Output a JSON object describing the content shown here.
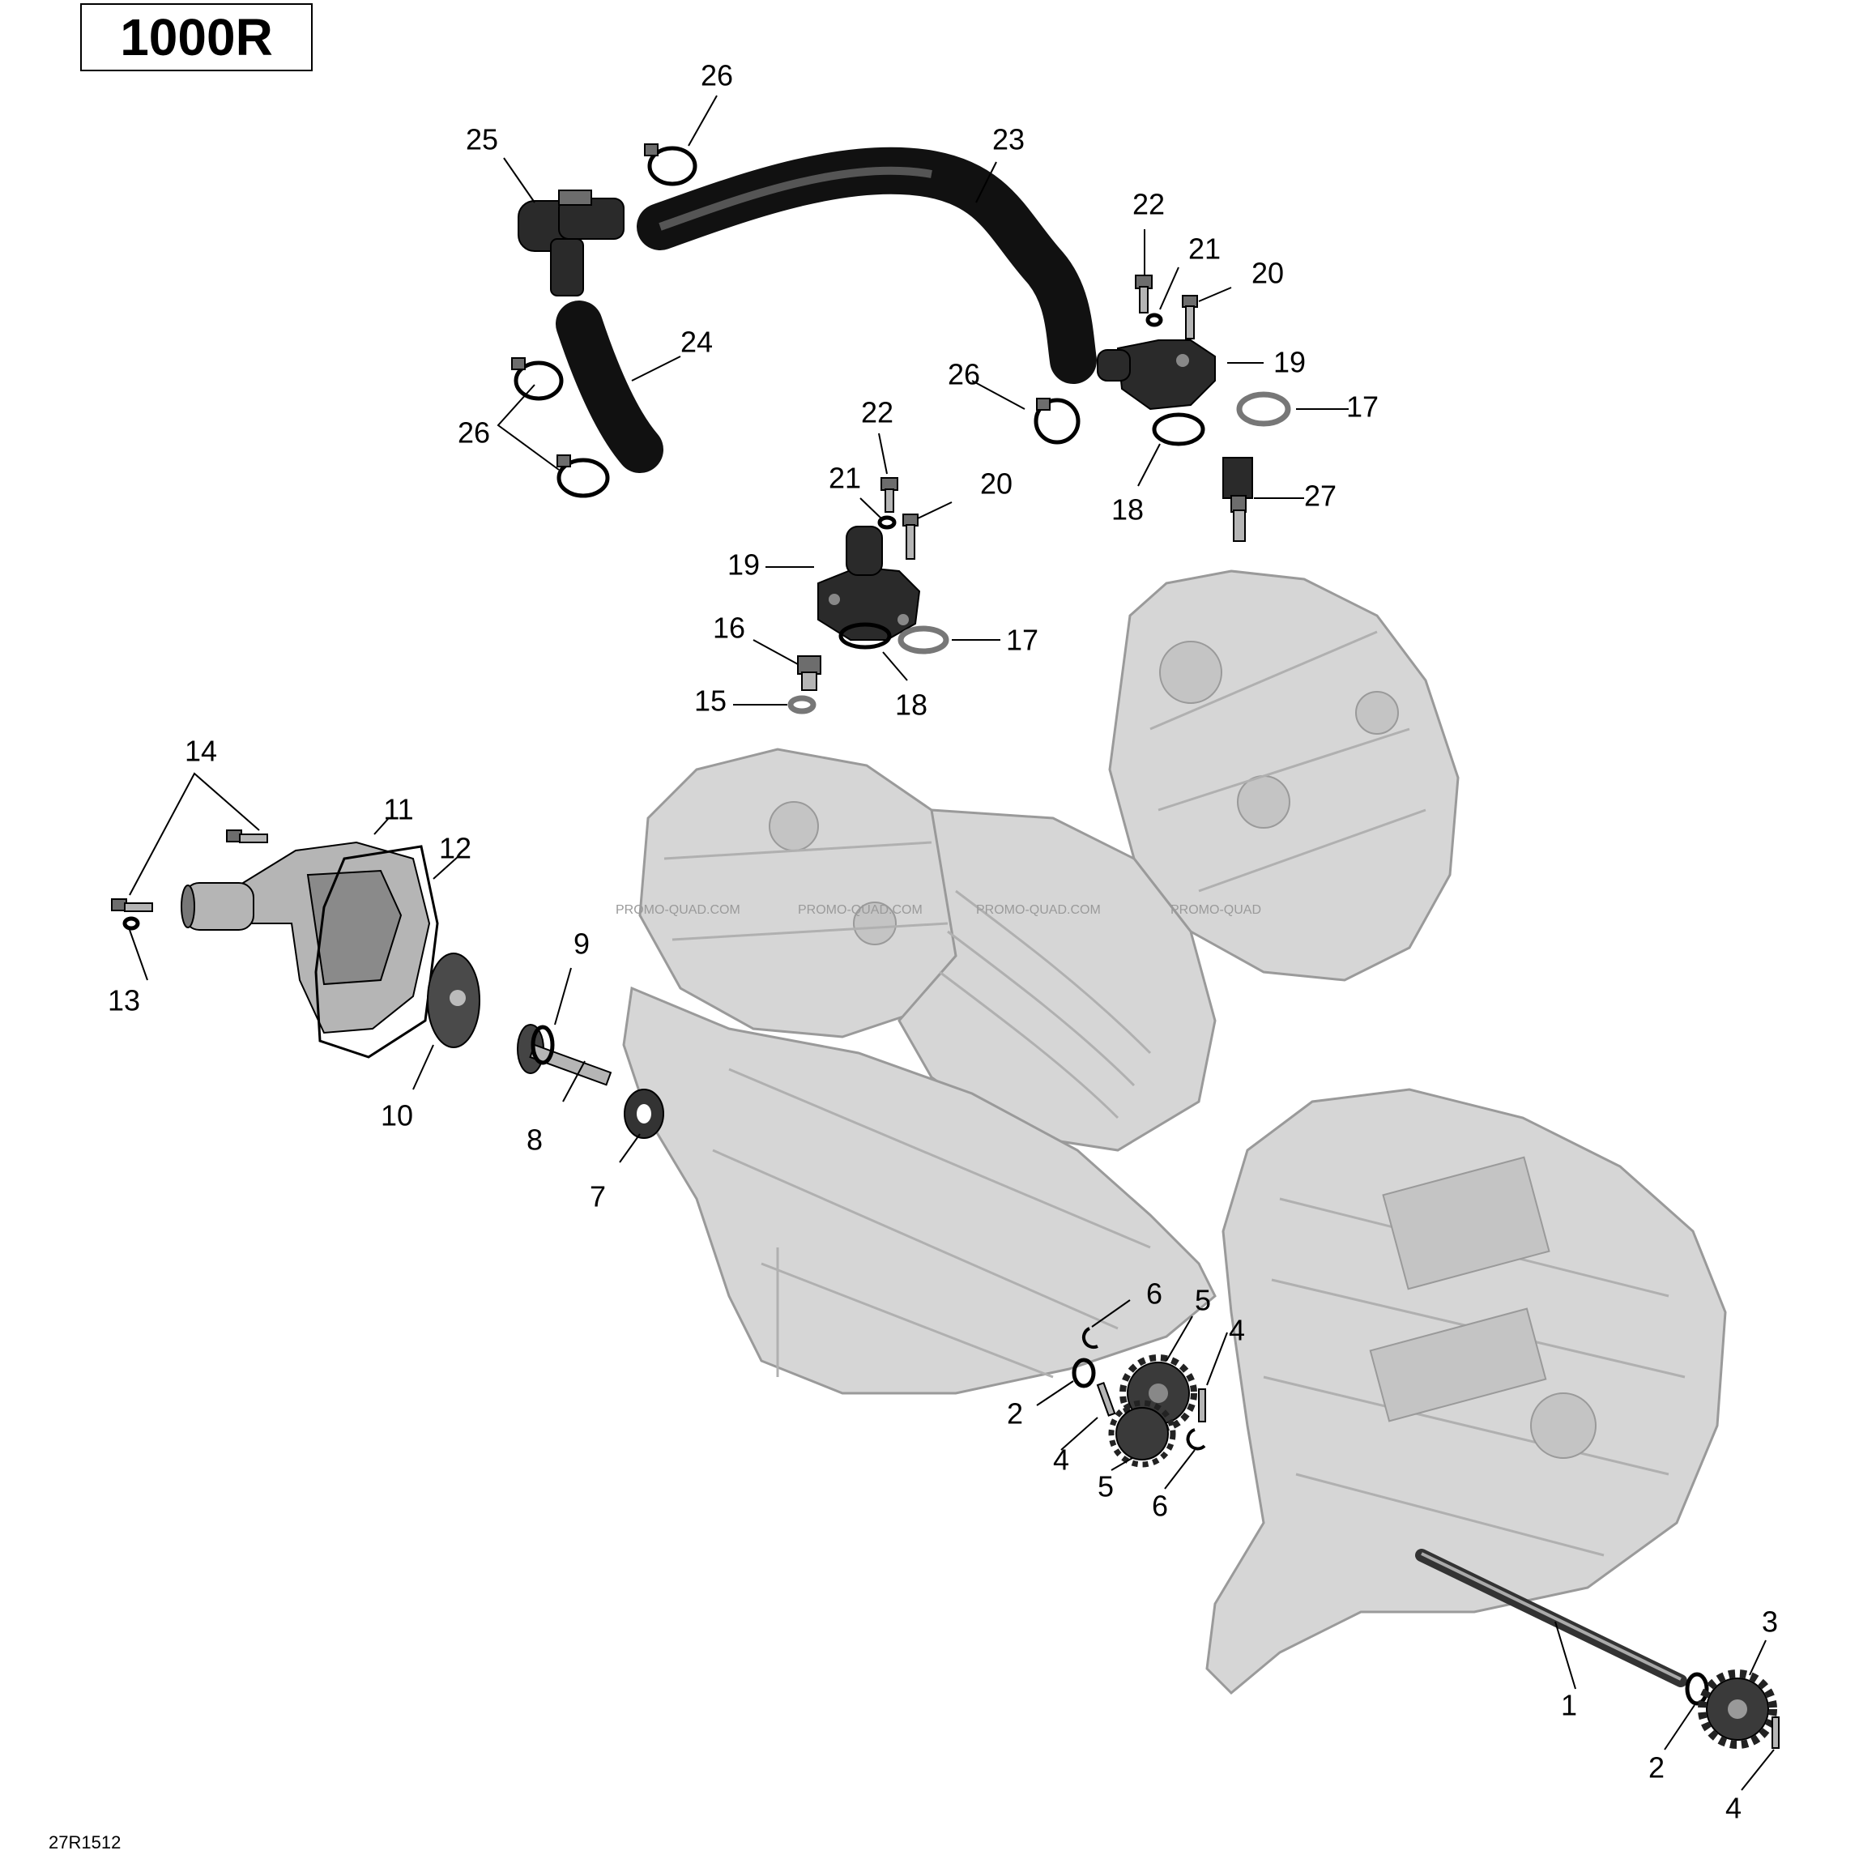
{
  "header": {
    "model": "1000R"
  },
  "footer": {
    "drawing_code": "27R1512"
  },
  "watermarks": [
    "PROMO-QUAD.COM",
    "PROMO-QUAD.COM",
    "PROMO-QUAD.COM",
    "PROMO-QUAD"
  ],
  "callouts": {
    "c1": "1",
    "c2a": "2",
    "c2b": "2",
    "c3": "3",
    "c4a": "4",
    "c4b": "4",
    "c4c": "4",
    "c5a": "5",
    "c5b": "5",
    "c6a": "6",
    "c6b": "6",
    "c7": "7",
    "c8": "8",
    "c9": "9",
    "c10": "10",
    "c11": "11",
    "c12": "12",
    "c13": "13",
    "c14": "14",
    "c15": "15",
    "c16": "16",
    "c17a": "17",
    "c17b": "17",
    "c18a": "18",
    "c18b": "18",
    "c19a": "19",
    "c19b": "19",
    "c20a": "20",
    "c20b": "20",
    "c21a": "21",
    "c21b": "21",
    "c22a": "22",
    "c22b": "22",
    "c23": "23",
    "c24": "24",
    "c25": "25",
    "c26a": "26",
    "c26b": "26",
    "c26c": "26",
    "c27": "27"
  }
}
